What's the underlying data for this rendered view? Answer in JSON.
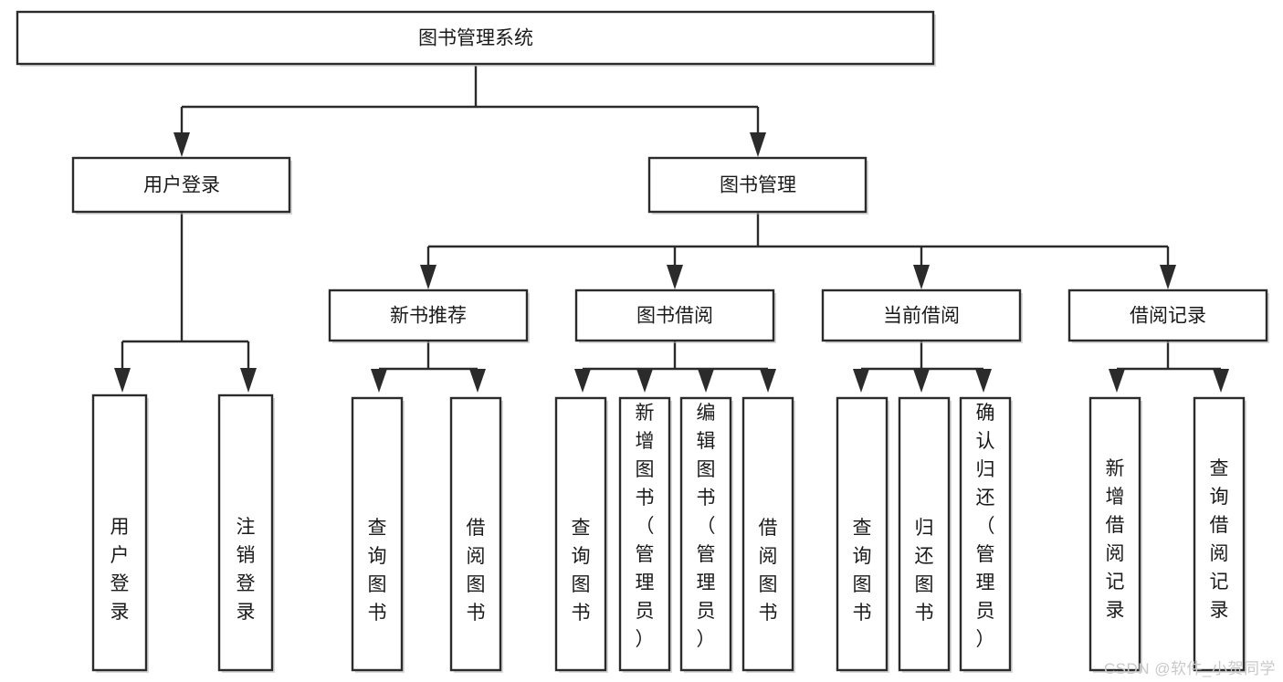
{
  "diagram": {
    "title_node": {
      "id": "root",
      "label": "图书管理系统"
    },
    "level2": [
      {
        "id": "user-login",
        "label": "用户登录"
      },
      {
        "id": "book-manage",
        "label": "图书管理"
      }
    ],
    "level3": [
      {
        "id": "new-book-rec",
        "label": "新书推荐"
      },
      {
        "id": "book-borrow",
        "label": "图书借阅"
      },
      {
        "id": "current-borrow",
        "label": "当前借阅"
      },
      {
        "id": "borrow-record",
        "label": "借阅记录"
      }
    ],
    "leaves": {
      "user_login": [
        {
          "id": "leaf-user-login",
          "label": "用户登录"
        },
        {
          "id": "leaf-logout-login",
          "label": "注销登录"
        }
      ],
      "new_book_rec": [
        {
          "id": "leaf-query-book-1",
          "label": "查询图书"
        },
        {
          "id": "leaf-borrow-book-1",
          "label": "借阅图书"
        }
      ],
      "book_borrow": [
        {
          "id": "leaf-query-book-2",
          "label": "查询图书"
        },
        {
          "id": "leaf-add-book",
          "label": "新增图书（管理员）"
        },
        {
          "id": "leaf-edit-book",
          "label": "编辑图书（管理员）"
        },
        {
          "id": "leaf-borrow-book-2",
          "label": "借阅图书"
        }
      ],
      "current_borrow": [
        {
          "id": "leaf-query-book-3",
          "label": "查询图书"
        },
        {
          "id": "leaf-return-book",
          "label": "归还图书"
        },
        {
          "id": "leaf-confirm-return",
          "label": "确认归还（管理员）"
        }
      ],
      "borrow_record": [
        {
          "id": "leaf-add-record",
          "label": "新增借阅记录"
        },
        {
          "id": "leaf-query-record",
          "label": "查询借阅记录"
        }
      ]
    }
  },
  "watermark": {
    "text": "CSDN @软件_小贺同学"
  },
  "colors": {
    "stroke": "#2b2b2b",
    "fill": "#ffffff",
    "text": "#1a1a1a",
    "shadow": "#b9b9b9",
    "watermark": "#c9c9c9"
  }
}
